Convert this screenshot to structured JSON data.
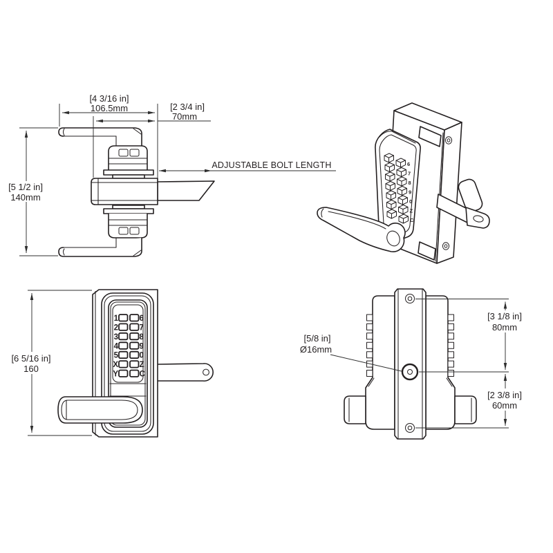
{
  "drawing": {
    "type": "technical-drawing",
    "subject": "mechanical keypad lever lock",
    "background": "#ffffff",
    "line_color": "#231f20"
  },
  "annotations": {
    "adjustable_bolt_length": "ADJUSTABLE BOLT LENGTH"
  },
  "dimensions": {
    "lever_span": {
      "in": "[4 3/16 in]",
      "mm": "106.5mm"
    },
    "body_width": {
      "in": "[2 3/4 in]",
      "mm": "70mm"
    },
    "overall_height": {
      "in": "[5 1/2 in]",
      "mm": "140mm"
    },
    "front_height": {
      "in": "[6 5/16 in]",
      "mm": "160"
    },
    "spindle_diameter": {
      "in": "[5/8 in]",
      "mm": "Ø16mm"
    },
    "upper_screw_spacing": {
      "in": "[3 1/8 in]",
      "mm": "80mm"
    },
    "lower_screw_spacing": {
      "in": "[2 3/8 in]",
      "mm": "60mm"
    }
  },
  "keypad": {
    "left": [
      "1",
      "2",
      "3",
      "4",
      "5",
      "X",
      "Y"
    ],
    "right": [
      "6",
      "7",
      "8",
      "9",
      "0",
      "Z",
      "C"
    ]
  }
}
